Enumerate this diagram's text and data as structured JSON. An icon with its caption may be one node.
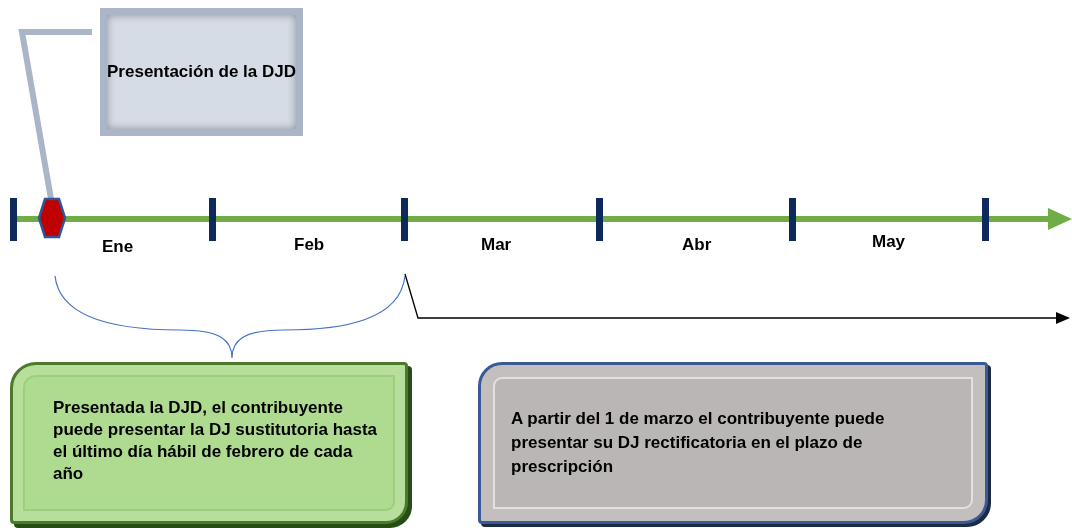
{
  "diagram": {
    "nodes": [
      {
        "text": [
          "Presentación de la DJD"
        ]
      },
      {
        "text": [],
        "shape": "hexagon"
      },
      {
        "text": [
          "Presentada la DJD, el contribuyente puede presentar la DJ sustitutoria hasta el último día hábil de febrero de cada año"
        ]
      },
      {
        "text": [
          "A partir del 1 de marzo el contribuyente puede presentar su DJ rectificatoria en el plazo de prescripción"
        ]
      }
    ],
    "edges": [
      {
        "from": 0,
        "to": 1,
        "arrow": "none"
      }
    ],
    "labels": [
      "Ene",
      "Feb",
      "Mar",
      "Abr",
      "May"
    ]
  }
}
